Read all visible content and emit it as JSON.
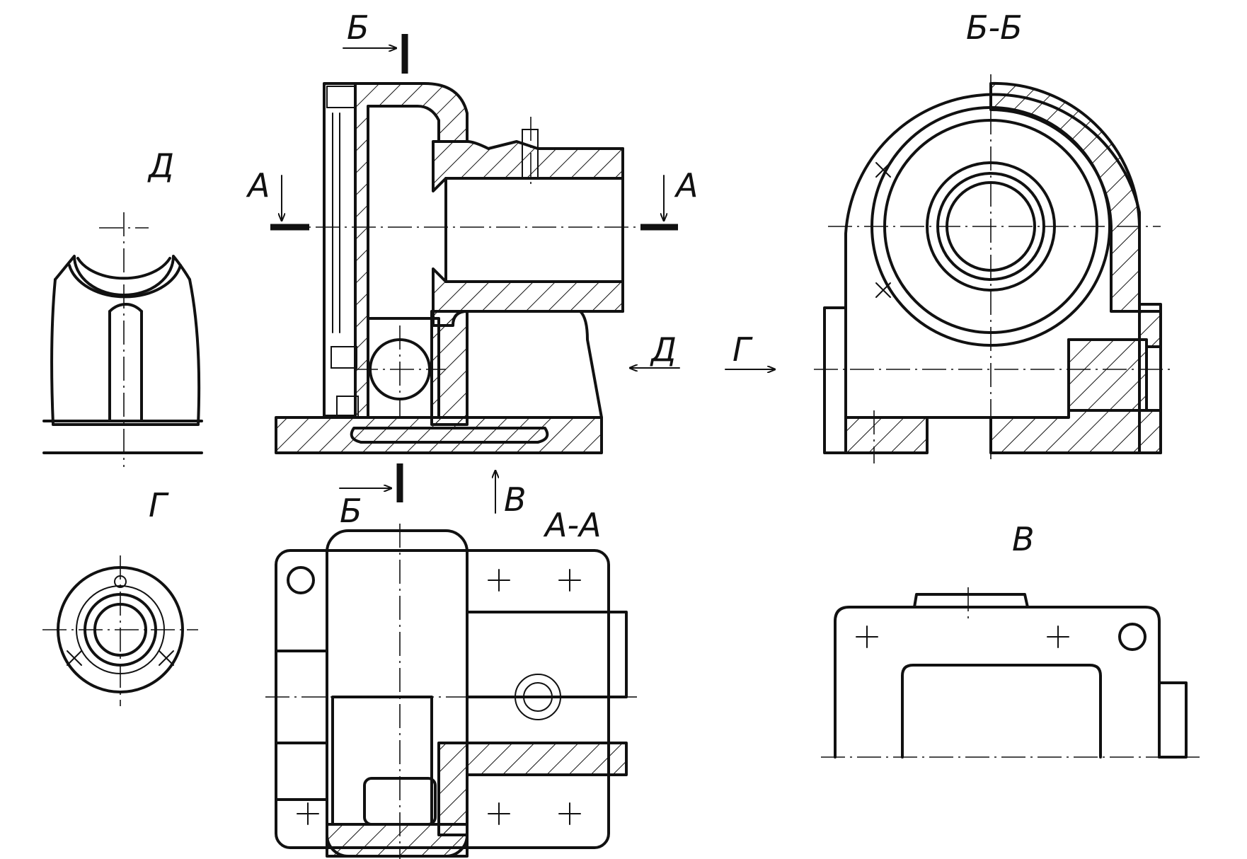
{
  "labels": {
    "section_aa_title": "А-А",
    "section_bb_title": "Б-Б",
    "view_v_title": "В",
    "view_g_title": "Г",
    "view_d_title": "Д",
    "cut_a": "А",
    "cut_b": "Б",
    "arrow_v": "В",
    "arrow_g": "Г",
    "arrow_d": "Д"
  },
  "colors": {
    "ink": "#111111",
    "paper": "#ffffff"
  }
}
